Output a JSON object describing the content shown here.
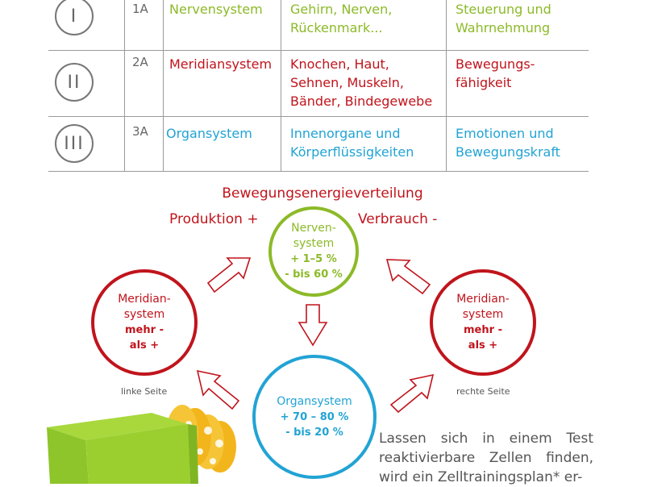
{
  "table": {
    "rows": [
      {
        "numeral": "I",
        "code": "1A",
        "system": "Nervensystem",
        "parts": "Gehirn, Nerven, Rückenmark...",
        "function": "Steuerung und Wahrnehmung",
        "color": "#8cba28"
      },
      {
        "numeral": "II",
        "code": "2A",
        "system": "Meridiansystem",
        "parts": "Knochen, Haut, Sehnen, Muskeln, Bänder, Bindegewebe",
        "function": "Bewegungs- fähigkeit",
        "color": "#c0141c"
      },
      {
        "numeral": "III",
        "code": "3A",
        "system": "Organsystem",
        "parts": "Innenorgane und Körperflüssigkeiten",
        "function": "Emotionen und Bewegungskraft",
        "color": "#22a3d4"
      }
    ]
  },
  "diagram": {
    "title": "Bewegungsenergieverteilung",
    "production": "Produktion +",
    "consumption": "Verbrauch -",
    "nerve": {
      "line1": "Nerven-",
      "line2": "system",
      "v1": "+ 1–5 %",
      "v2": "- bis 60 %"
    },
    "meridian_left": {
      "line1": "Meridian-",
      "line2": "system",
      "v1": "mehr -",
      "v2": "als +"
    },
    "meridian_right": {
      "line1": "Meridian-",
      "line2": "system",
      "v1": "mehr -",
      "v2": "als +"
    },
    "organ": {
      "line1": "Organsystem",
      "v1": "+ 70 – 80 %",
      "v2": "- bis 20 %"
    },
    "left_side": "linke Seite",
    "right_side": "rechte Seite"
  },
  "paragraph": "Lassen sich in einem Test reaktivierbare Zellen finden, wird ein Zelltrainingsplan* er-",
  "colors": {
    "green": "#8cba28",
    "red": "#c0141c",
    "blue": "#22a3d4"
  },
  "product_image": "green-box-with-yellow-tape-rolls"
}
